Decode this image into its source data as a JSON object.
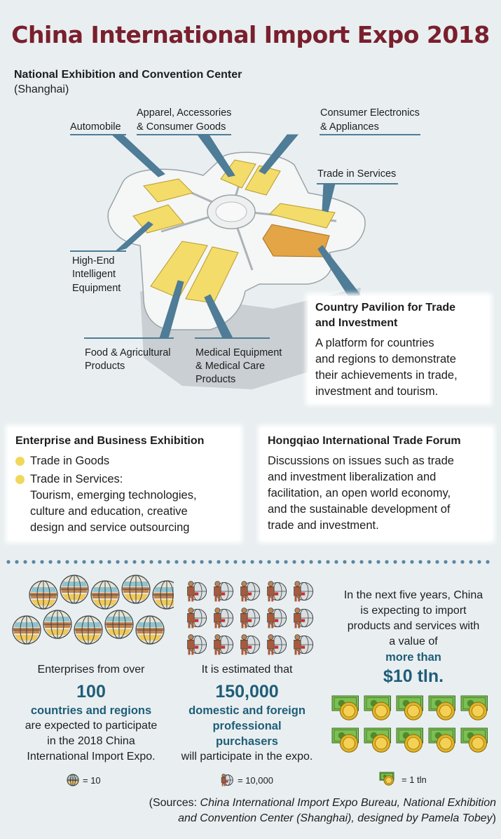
{
  "title": "China International Import Expo 2018",
  "venue": {
    "name": "National Exhibition and Convention Center",
    "city": "(Shanghai)"
  },
  "map_labels": {
    "automobile": "Automobile",
    "apparel_1": "Apparel, Accessories",
    "apparel_2": "& Consumer Goods",
    "electronics_1": "Consumer Electronics",
    "electronics_2": "& Appliances",
    "services": "Trade in Services",
    "equipment_1": "High-End",
    "equipment_2": "Intelligent",
    "equipment_3": "Equipment",
    "food_1": "Food & Agricultural",
    "food_2": "Products",
    "medical_1": "Medical Equipment",
    "medical_2": "& Medical Care",
    "medical_3": "Products"
  },
  "country_pavilion": {
    "title_1": "Country Pavilion for Trade",
    "title_2": "and Investment",
    "lines": [
      "A platform for countries",
      "and regions to demonstrate",
      "their achievements in trade,",
      "investment and tourism."
    ]
  },
  "enterprise": {
    "title": "Enterprise and Business Exhibition",
    "bullet_1": "Trade in Goods",
    "bullet_2_lines": [
      "Trade in Services:",
      "Tourism, emerging technologies,",
      "culture and education, creative",
      "design and service outsourcing"
    ]
  },
  "forum": {
    "title": "Hongqiao International Trade Forum",
    "lines": [
      "Discussions on issues such as trade",
      "and investment liberalization and",
      "facilitation, an open world economy,",
      "and the sustainable development of",
      "trade and investment."
    ]
  },
  "stats": {
    "countries": {
      "intro": "Enterprises from over",
      "number": "100",
      "highlight": "countries and regions",
      "lines": [
        "are expected to participate",
        "in the 2018 China",
        "International Import Expo."
      ],
      "legend": "= 10",
      "value": 100,
      "unit_value": 10
    },
    "purchasers": {
      "intro": "It is estimated that",
      "number": "150,000",
      "highlight_lines": [
        "domestic and foreign",
        "professional",
        "purchasers"
      ],
      "tail": "will participate in the expo.",
      "legend": "= 10,000",
      "value": 150000,
      "unit_value": 10000
    },
    "imports": {
      "lines": [
        "In the next five years, China",
        "is expecting to import",
        "products and services with",
        "a value of"
      ],
      "highlight": "more than",
      "number": "$10 tln.",
      "legend": "= 1 tln",
      "value": 10,
      "unit_value": 1
    }
  },
  "source": {
    "prefix": "(Sources: ",
    "line_1_italic": "China International Import Expo Bureau, National Exhibition",
    "line_2_italic": "and Convention Center (Shanghai), designed by Pamela Tobey",
    "suffix": ")"
  },
  "colors": {
    "title": "#7a1f2d",
    "accent": "#1f5d78",
    "hall": "#f3dc6a",
    "pavilion": "#e3a545",
    "background": "#e9eff1"
  }
}
